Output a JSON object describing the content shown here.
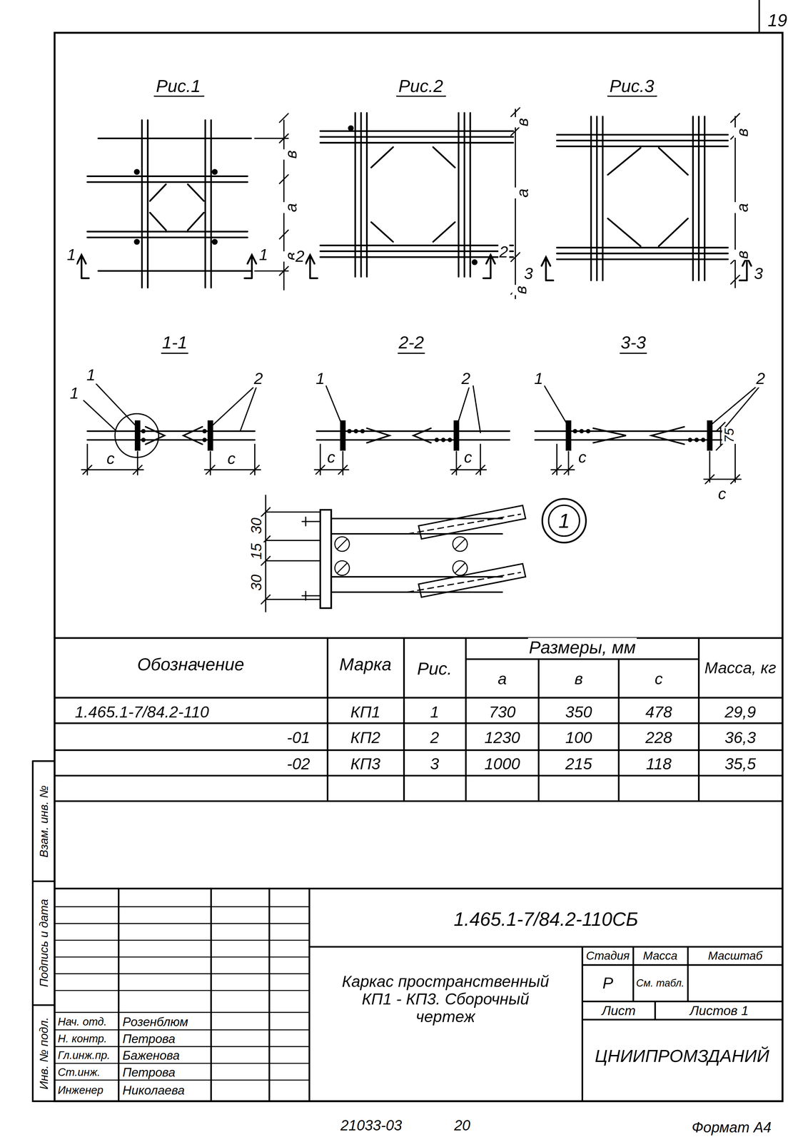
{
  "diagram": {
    "nodes": [
      {
        "text": [
          "1"
        ]
      }
    ],
    "labels": [
      "19",
      "Рис.1",
      "Рис.2",
      "Рис.3",
      "в",
      "а",
      "в",
      "1",
      "1",
      "2",
      "в",
      "а",
      "2",
      "в",
      "3",
      "в",
      "а",
      "в",
      "3",
      "1-1",
      "2-2",
      "3-3",
      "1",
      "1",
      "2",
      "с",
      "с",
      "1",
      "2",
      "с",
      "с",
      "1",
      "2",
      "75",
      "с",
      "с",
      "30",
      "15",
      "30",
      "Обозначение",
      "Марка",
      "Рис.",
      "Размеры, мм",
      "а",
      "в",
      "с",
      "Масса, кг",
      "1.465.1-7/84.2-110",
      "КП1",
      "1",
      "730",
      "350",
      "478",
      "29,9",
      "-01",
      "КП2",
      "2",
      "1230",
      "100",
      "228",
      "36,3",
      "-02",
      "КП3",
      "3",
      "1000",
      "215",
      "118",
      "35,5",
      "1.465.1-7/84.2-110СБ",
      "Каркас пространственный КП1 - КП3. Сборочный чертеж",
      "Стадия",
      "Масса",
      "Масштаб",
      "Р",
      "См. табл.",
      "Лист",
      "Листов 1",
      "ЦНИИПРОМЗДАНИЙ",
      "Нач. отд.",
      "Розенблюм",
      "Н. контр.",
      "Петрова",
      "Гл.инж.пр.",
      "Баженова",
      "Ст.инж.",
      "Петрова",
      "Инженер",
      "Николаева",
      "Взам. инв. №",
      "Подпись и дата",
      "Инв. № подл.",
      "21033-03",
      "20",
      "Формат А4"
    ]
  }
}
